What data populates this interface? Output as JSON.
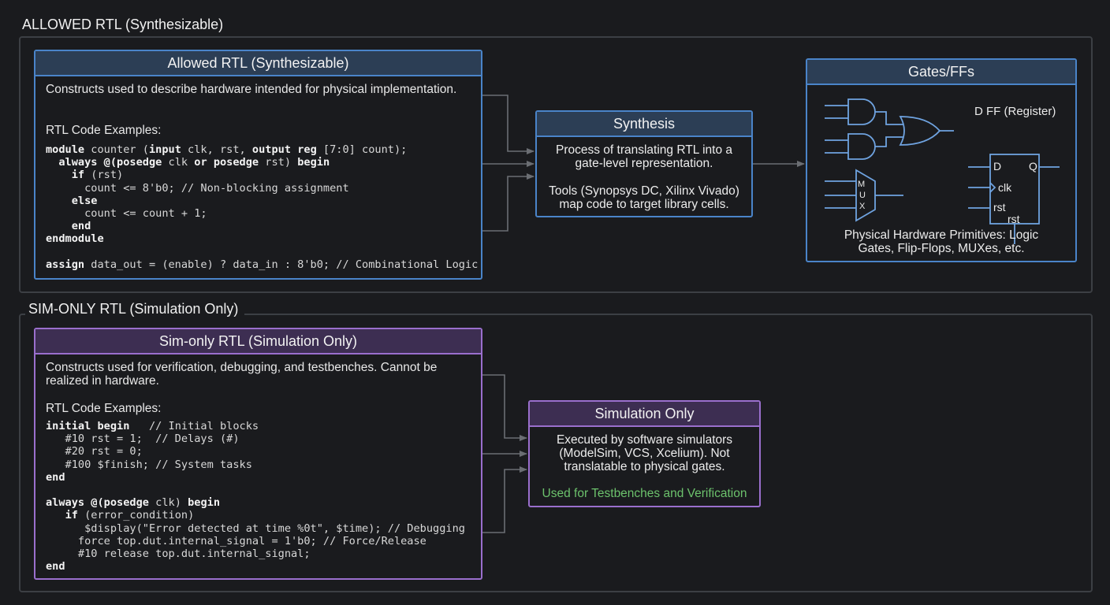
{
  "allowed_section": {
    "title": "ALLOWED RTL (Synthesizable)",
    "rtl_box": {
      "title": "Allowed RTL (Synthesizable)",
      "description": "Constructs used to describe hardware intended for physical implementation.",
      "examples_label": "RTL Code Examples:",
      "code": [
        [
          {
            "kw": true,
            "t": "module"
          },
          {
            "t": " counter ("
          },
          {
            "kw": true,
            "t": "input"
          },
          {
            "t": " clk, rst, "
          },
          {
            "kw": true,
            "t": "output reg"
          },
          {
            "t": " [7:0] count);"
          }
        ],
        [
          {
            "t": "  "
          },
          {
            "kw": true,
            "t": "always @("
          },
          {
            "kw": true,
            "t": "posedge"
          },
          {
            "t": " clk "
          },
          {
            "kw": true,
            "t": "or posedge"
          },
          {
            "t": " rst) "
          },
          {
            "kw": true,
            "t": "begin"
          }
        ],
        [
          {
            "t": "    "
          },
          {
            "kw": true,
            "t": "if"
          },
          {
            "t": " (rst)"
          }
        ],
        [
          {
            "t": "      count <= 8'b0; // Non-blocking assignment"
          }
        ],
        [
          {
            "t": "    "
          },
          {
            "kw": true,
            "t": "else"
          }
        ],
        [
          {
            "t": "      count <= count + 1;"
          }
        ],
        [
          {
            "t": "    "
          },
          {
            "kw": true,
            "t": "end"
          }
        ],
        [
          {
            "kw": true,
            "t": "endmodule"
          }
        ],
        [
          {
            "t": ""
          }
        ],
        [
          {
            "kw": true,
            "t": "assign"
          },
          {
            "t": " data_out = (enable) ? data_in : 8'b0; // Combinational Logic"
          }
        ]
      ]
    },
    "synthesis_box": {
      "title": "Synthesis",
      "text1": "Process of translating RTL into a gate-level representation.",
      "text2": "Tools (Synopsys DC, Xilinx Vivado) map code to target library cells."
    },
    "gates_box": {
      "title": "Gates/FFs",
      "dff_title": "D FF (Register)",
      "dff_d": "D",
      "dff_q": "Q",
      "dff_clk": "clk",
      "dff_rst_outer": "rst",
      "dff_rst_inner": "rst",
      "mux_letters": [
        "M",
        "U",
        "X"
      ],
      "caption": "Physical Hardware Primitives: Logic Gates, Flip-Flops, MUXes, etc."
    }
  },
  "sim_section": {
    "title": "SIM-ONLY RTL (Simulation Only)",
    "rtl_box": {
      "title": "Sim-only RTL (Simulation Only)",
      "description": "Constructs used for verification, debugging, and testbenches. Cannot be realized in hardware.",
      "examples_label": "RTL Code Examples:",
      "code": [
        [
          {
            "kw": true,
            "t": "initial begin"
          },
          {
            "t": "   // Initial blocks"
          }
        ],
        [
          {
            "t": "   #10 rst = 1;  // Delays (#)"
          }
        ],
        [
          {
            "t": "   #20 rst = 0;"
          }
        ],
        [
          {
            "t": "   #100 $finish; // System tasks"
          }
        ],
        [
          {
            "kw": true,
            "t": "end"
          }
        ],
        [
          {
            "t": ""
          }
        ],
        [
          {
            "kw": true,
            "t": "always @("
          },
          {
            "kw": true,
            "t": "posedge"
          },
          {
            "t": " clk) "
          },
          {
            "kw": true,
            "t": "begin"
          }
        ],
        [
          {
            "t": "   "
          },
          {
            "kw": true,
            "t": "if"
          },
          {
            "t": " (error_condition)"
          }
        ],
        [
          {
            "t": "      $display(\"Error detected at time %0t\", $time); // Debugging"
          }
        ],
        [
          {
            "t": "     force top.dut.internal_signal = 1'b0; // Force/Release"
          }
        ],
        [
          {
            "t": "     #10 release top.dut.internal_signal;"
          }
        ],
        [
          {
            "kw": true,
            "t": "end"
          }
        ]
      ]
    },
    "simulation_box": {
      "title": "Simulation Only",
      "text1": "Executed by software simulators (ModelSim, VCS, Xcelium). Not translatable to physical gates.",
      "text2": "Used for Testbenches and Verification"
    }
  },
  "colors": {
    "background": "#1a1b1e",
    "section_border": "#3c3f44",
    "blue_border": "#4a84c9",
    "purple_border": "#9a6fcd",
    "connector": "#6b6e73",
    "green_text": "#6cc26c"
  }
}
